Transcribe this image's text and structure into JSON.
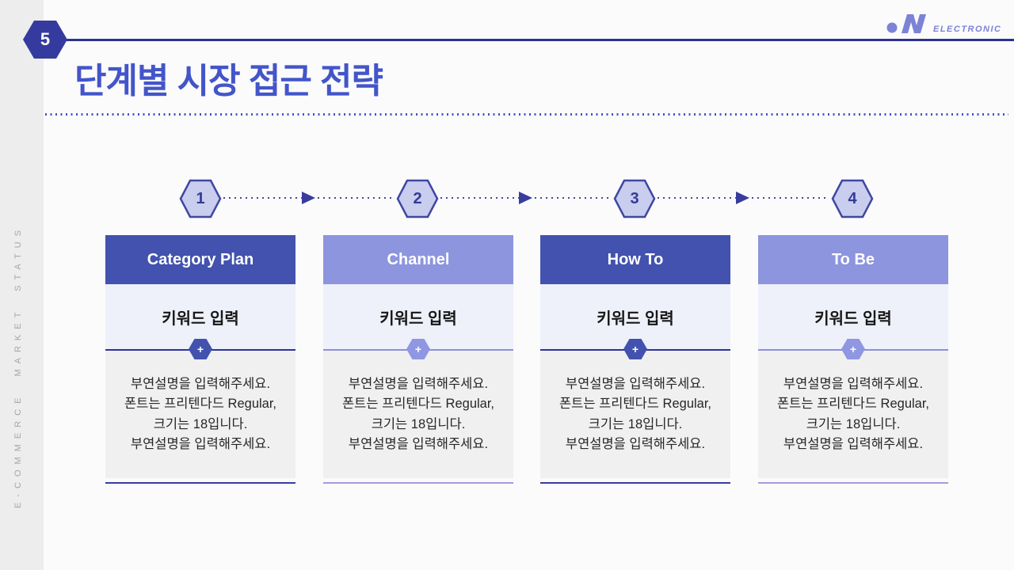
{
  "sidebar": {
    "vertical_label": "E-COMMERCE MARKET STATUS"
  },
  "header": {
    "page_number": "5",
    "title": "단계별 시장 접근 전략"
  },
  "brand": {
    "name": "ELECTRONIC"
  },
  "steps": [
    {
      "number": "1",
      "theme": "dark",
      "title": "Category Plan",
      "keyword": "키워드 입력",
      "plus": "+",
      "body": [
        "부연설명을 입력해주세요.",
        "폰트는 프리텐다드 Regular,",
        "크기는 18입니다.",
        "부연설명을 입력해주세요."
      ]
    },
    {
      "number": "2",
      "theme": "light",
      "title": "Channel",
      "keyword": "키워드 입력",
      "plus": "+",
      "body": [
        "부연설명을 입력해주세요.",
        "폰트는 프리텐다드 Regular,",
        "크기는 18입니다.",
        "부연설명을 입력해주세요."
      ]
    },
    {
      "number": "3",
      "theme": "dark",
      "title": "How To",
      "keyword": "키워드 입력",
      "plus": "+",
      "body": [
        "부연설명을 입력해주세요.",
        "폰트는 프리텐다드 Regular,",
        "크기는 18입니다.",
        "부연설명을 입력해주세요."
      ]
    },
    {
      "number": "4",
      "theme": "light",
      "title": "To Be",
      "keyword": "키워드 입력",
      "plus": "+",
      "body": [
        "부연설명을 입력해주세요.",
        "폰트는 프리텐다드 Regular,",
        "크기는 18입니다.",
        "부연설명을 입력해주세요."
      ]
    }
  ],
  "colors": {
    "accent_dark": "#4252ae",
    "accent_light": "#8d95de",
    "rule_navy": "#2d3191",
    "title_blue": "#4355c9",
    "logo_purple": "#7c82d6",
    "sidebar_gray": "#ededee"
  }
}
